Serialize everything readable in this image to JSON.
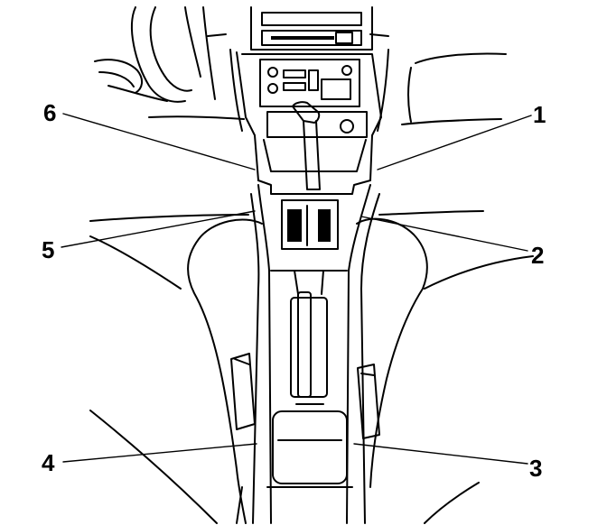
{
  "callouts": [
    {
      "id": "1",
      "text": "1"
    },
    {
      "id": "2",
      "text": "2"
    },
    {
      "id": "3",
      "text": "3"
    },
    {
      "id": "4",
      "text": "4"
    },
    {
      "id": "5",
      "text": "5"
    },
    {
      "id": "6",
      "text": "6"
    }
  ],
  "colors": {
    "line": "#000000",
    "background": "#ffffff"
  }
}
